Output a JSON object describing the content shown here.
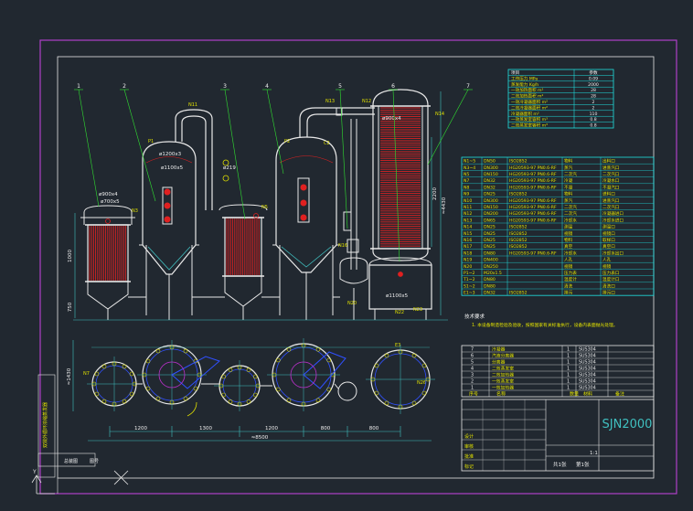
{
  "colors": {
    "background": "#212830",
    "frame": "#b040c8",
    "border": "#e6e6e6",
    "vessel": "#e8e8e8",
    "steam": "#d8d8d8",
    "heater": "#e02020",
    "pipe": "#e6e6e6",
    "dim": "#40c0c0",
    "leader": "#30e030",
    "callout": "#e0e000",
    "table_line": "#20e0e0",
    "text_yellow": "#e0e000",
    "text_white": "#f0f0f0",
    "text_green": "#30e030",
    "blue": "#3050ff",
    "magenta": "#c030d0"
  },
  "callouts": [
    "1",
    "2",
    "3",
    "4",
    "5",
    "6",
    "7"
  ],
  "nozzles": [
    "N11",
    "P1",
    "P2",
    "N13",
    "N12",
    "N14",
    "C2",
    "N3",
    "N5",
    "N16",
    "N20",
    "N22",
    "N23",
    "N7",
    "N26",
    "E3"
  ],
  "dims": {
    "d900x4": "ø900x4",
    "d700x5": "ø700x5",
    "d1200x3": "ø1200x3",
    "d1100x5": "ø1100x5",
    "d219": "ø219",
    "d1100x5b": "ø1100x5",
    "h1000": "1000",
    "h750": "750",
    "h4430": "≈4430",
    "h2200": "2200",
    "plan_h": "≈1430",
    "s1200": "1200",
    "s1300": "1300",
    "s1200b": "1200",
    "s800": "800",
    "s800b": "800",
    "total": "≈8500"
  },
  "tech_table": {
    "header": [
      "项目",
      "参数"
    ],
    "rows": [
      [
        "工作压力 MPa",
        "0.09"
      ],
      [
        "蒸发能力 Kg/h",
        "2000"
      ],
      [
        "一效加热面积 m²",
        "28"
      ],
      [
        "二效加热面积 m²",
        "28"
      ],
      [
        "一效冷凝器面积 m²",
        "2"
      ],
      [
        "二效冷凝器面积 m²",
        "2"
      ],
      [
        "冷凝器面积 m²",
        "110"
      ],
      [
        "一效蒸发室容积 m³",
        "0.8"
      ],
      [
        "二效蒸发室容积 m³",
        "0.8"
      ]
    ]
  },
  "nozzle_table": [
    [
      "N1~5",
      "DN50",
      "ISO2852",
      "物料",
      "出料口"
    ],
    [
      "N3~4",
      "DN300",
      "HG20593-97 PN0.6-RF",
      "蒸汽",
      "进蒸汽口"
    ],
    [
      "N5",
      "DN150",
      "HG20593-97 PN0.6-RF",
      "二次汽",
      "二次汽口"
    ],
    [
      "N7",
      "DN32",
      "HG20593-97 PN0.6-RF",
      "冷凝",
      "冷凝水口"
    ],
    [
      "N8",
      "DN32",
      "HG20593-97 PN0.6-RF",
      "不凝",
      "不凝汽口"
    ],
    [
      "N9",
      "DN25",
      "ISO2852",
      "物料",
      "进料口"
    ],
    [
      "N10",
      "DN300",
      "HG20593-97 PN0.6-RF",
      "蒸汽",
      "进蒸汽口"
    ],
    [
      "N11",
      "DN150",
      "HG20593-97 PN0.6-RF",
      "二次汽",
      "二次汽口"
    ],
    [
      "N12",
      "DN200",
      "HG20593-97 PN0.6-RF",
      "二次汽",
      "冷凝器进口"
    ],
    [
      "N13",
      "DN65",
      "HG20593-97 PN0.6-RF",
      "冷却水",
      "冷却水进口"
    ],
    [
      "N14",
      "DN25",
      "ISO2852",
      "测温",
      "测温口"
    ],
    [
      "N15",
      "DN25",
      "ISO2852",
      "视镜",
      "视镜口"
    ],
    [
      "N16",
      "DN25",
      "ISO2852",
      "物料",
      "取样口"
    ],
    [
      "N17",
      "DN25",
      "ISO2852",
      "真空",
      "真空口"
    ],
    [
      "N18",
      "DN80",
      "HG20593-97 PN0.6-RF",
      "冷却水",
      "冷却水出口"
    ],
    [
      "N19",
      "DN400",
      "",
      "人孔",
      "人孔"
    ],
    [
      "N20",
      "DN250",
      "",
      "视镜",
      "视镜"
    ],
    [
      "P1~2",
      "M20x1.5",
      "",
      "压力表",
      "压力表口"
    ],
    [
      "T1~2",
      "DN80",
      "",
      "温度计",
      "温度计口"
    ],
    [
      "S1~2",
      "DN80",
      "",
      "清洗",
      "清洗口"
    ],
    [
      "E1~3",
      "DN32",
      "ISO2852",
      "排污",
      "排污口"
    ]
  ],
  "notes": {
    "title": "技术要求",
    "line1": "1. 本设备制造检验及验收，按照国家有关标准执行，设备内表面抛光处理。"
  },
  "parts_table": {
    "rows": [
      [
        "7",
        "冷凝器",
        "1",
        "SUS304"
      ],
      [
        "6",
        "汽液分离器",
        "1",
        "SUS304"
      ],
      [
        "5",
        "分离器",
        "1",
        "SUS304"
      ],
      [
        "4",
        "二效蒸发室",
        "1",
        "SUS304"
      ],
      [
        "3",
        "二效加热器",
        "1",
        "SUS304"
      ],
      [
        "2",
        "一效蒸发室",
        "1",
        "SUS304"
      ],
      [
        "1",
        "一效加热器",
        "1",
        "SUS304"
      ]
    ],
    "header": [
      "序号",
      "名称",
      "数量",
      "材料",
      "备注"
    ]
  },
  "title_block": {
    "drawing_name": "SJN2000",
    "scale": "1:1",
    "sheet": "共1张",
    "sheet2": "第1张",
    "rev": "标记",
    "design": "设计",
    "check": "审核",
    "approve": "批准"
  },
  "left_strip": {
    "l1": "双效外循环浓缩蒸发器",
    "l2": "总装图",
    "l3": "图号"
  }
}
